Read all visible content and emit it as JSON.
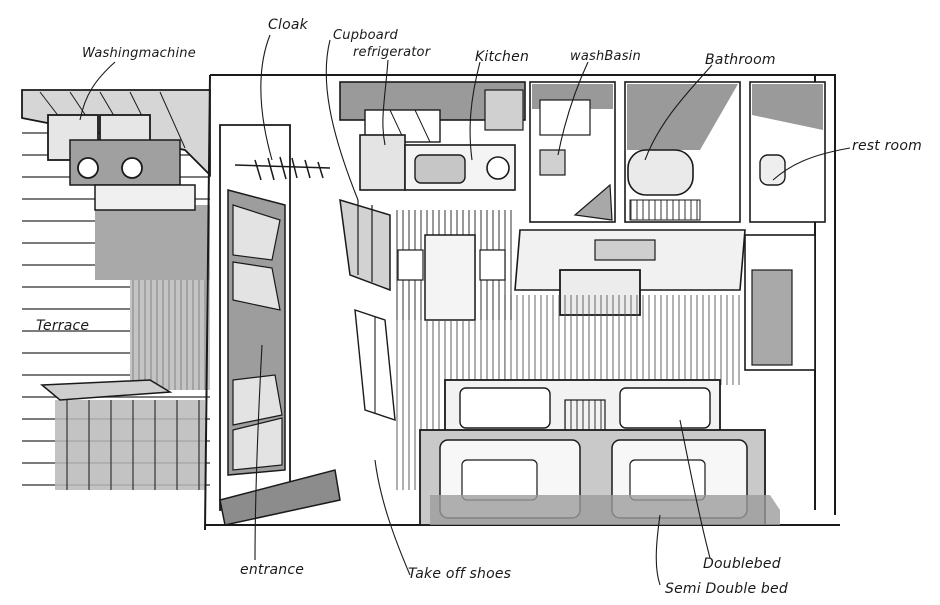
{
  "labels": {
    "washing_machine": "Washingmachine",
    "cloak": "Cloak",
    "cupboard": "Cupboard",
    "refrigerator": "refrigerator",
    "kitchen": "Kitchen",
    "wash_basin": "washBasin",
    "bathroom": "Bathroom",
    "rest_room": "rest room",
    "terrace": "Terrace",
    "entrance": "entrance",
    "take_off_shoes": "Take off shoes",
    "double_bed": "Doublebed",
    "semi_double_bed": "Semi Double bed"
  },
  "colors": {
    "ink": "#1a1a1a",
    "shade_light": "#c9c9c9",
    "shade_dark": "#8e8e8e",
    "paper": "#ffffff"
  }
}
